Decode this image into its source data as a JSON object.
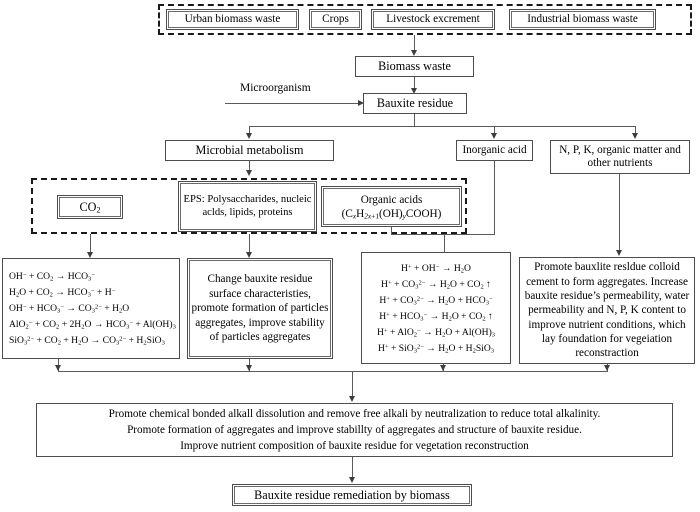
{
  "diagram": {
    "title": "Bauxite residue remediation by biomass flowchart",
    "sources_group_label": "biomass-sources-dashed-group",
    "sources": [
      {
        "label": "Urban biomass waste"
      },
      {
        "label": "Crops"
      },
      {
        "label": "Livestock excrement"
      },
      {
        "label": "Industrial biomass waste"
      }
    ],
    "biomass_waste": "Biomass waste",
    "microorganism_label": "Microorganism",
    "bauxite_residue": "Bauxite residue",
    "branches": {
      "microbial_metabolism": "Microbial metabolism",
      "inorganic_acid": "Inorganic acid",
      "nutrients": "N, P, K, organic matter and other nutrients"
    },
    "metabolites": {
      "co2": "CO2",
      "co2_formula": {
        "pre": "CO",
        "sub": "2"
      },
      "eps": "EPS: Polysaccharides, nucleic aclds, lipids, proteins",
      "organic_acids_title": "Organic acids",
      "organic_acids_formula": "(CxH2x+1(OH)yCOOH)"
    },
    "effects": {
      "carbonation_equations": [
        "OH⁻ + CO₂ → HCO₃⁻",
        "H₂O + CO₂ → HCO₃⁻ + H⁻",
        "OH⁻ + HCO₃⁻ → CO₃²⁻ + H₂O",
        "AlO₂⁻ + CO₂ + 2H₂O → HCO₃⁻ + Al(OH)₃",
        "SiO₃²⁻ + CO₂ + H₂O → CO₃²⁻ + H₂SiO₃"
      ],
      "eps_effect": "Change bauxite residue surface characteristies, promote formation of particles aggregates, improve stability of particles aggregates",
      "acid_equations": [
        "H⁺ + OH⁻ → H₂O",
        "H⁺ + CO₃²⁻ → H₂O + CO₂ ↑",
        "H⁺ + CO₃²⁻ → H₂O + HCO₃⁻",
        "H⁺ + HCO₃⁻ → H₂O + CO₂ ↑",
        "H⁺ + AlO₂⁻ → H₂O + Al(OH)₃",
        "H⁺ + SiO₃²⁻ → H₂O + H₂SiO₃"
      ],
      "nutrient_effect": "Promote bauxlite resldue colloid cement to form aggregates. Increase bauxite residue’s permeability, water permeability and N, P, K content to improve nutrient conditions, which lay foundation for vegeiation reconstraction"
    },
    "summary_lines": [
      "Promote chemical bonded alkall dissolution and remove free alkali by neutralization to reduce total alkalinity.",
      "Promote formation of aggregates and improve stabillty of aggregates and structure of bauxite residue.",
      "Improve nutrient composition of bauxite residue for vegetation reconstruction"
    ],
    "outcome": "Bauxite residue remediation by biomass"
  }
}
